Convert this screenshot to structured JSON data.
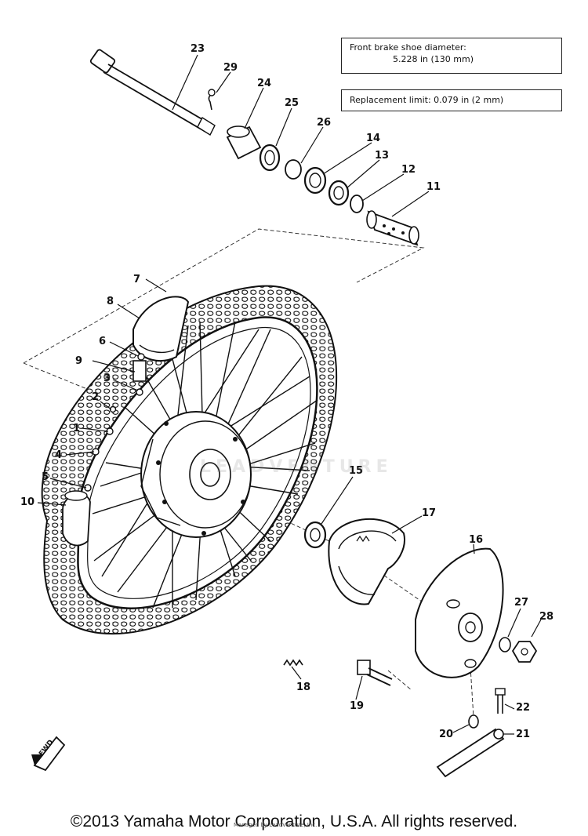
{
  "spec_boxes": {
    "diameter_line1": "Front brake shoe diameter:",
    "diameter_line2": "5.228 in (130 mm)",
    "limit": "Replacement limit:  0.079 in (2 mm)"
  },
  "callouts": {
    "p1": "1",
    "p2": "2",
    "p3": "3",
    "p4": "4",
    "p5": "5",
    "p6": "6",
    "p7": "7",
    "p8": "8",
    "p9": "9",
    "p10": "10",
    "p11": "11",
    "p12": "12",
    "p13": "13",
    "p14": "14",
    "p15": "15",
    "p16": "16",
    "p17": "17",
    "p18": "18",
    "p19": "19",
    "p20": "20",
    "p21": "21",
    "p22": "22",
    "p23": "23",
    "p24": "24",
    "p25": "25",
    "p26": "26",
    "p27": "27",
    "p28": "28",
    "p29": "29"
  },
  "fwd_label": "FWD",
  "watermark": "LEADVENTURE",
  "subcredit": "Managed by LeadVenture, Inc.",
  "copyright": "©2013 Yamaha Motor Corporation, U.S.A. All rights reserved."
}
